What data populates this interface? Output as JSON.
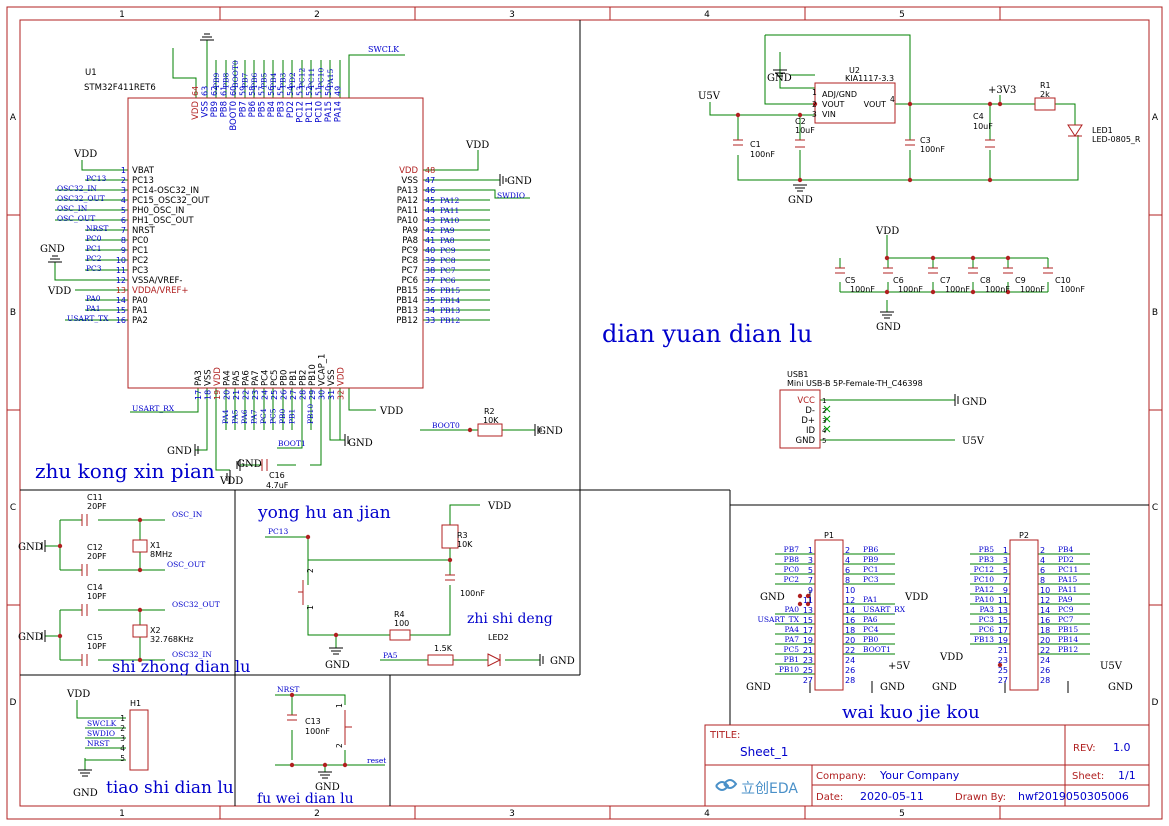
{
  "frame": {
    "zone_numbers": [
      "1",
      "2",
      "3",
      "4",
      "5"
    ],
    "zone_letters": [
      "A",
      "B",
      "C",
      "D"
    ]
  },
  "colors": {
    "wire": "#008000",
    "component": "#b02020",
    "net_label": "#0000cc",
    "section_title": "#0000cc",
    "text": "#000000"
  },
  "sections": {
    "mcu": "zhu kong xin pian",
    "power": "dian yuan dian lu",
    "clock": "shi zhong dian lu",
    "key": "yong hu an jian",
    "led": "zhi shi deng",
    "debug": "tiao shi dian lu",
    "reset": "fu wei dian lu",
    "headers": "wai kuo jie kou"
  },
  "mcu": {
    "designator": "U1",
    "part": "STM32F411RET6",
    "top_nets": [
      "PB9",
      "PB8",
      "BOOT0",
      "PB7",
      "PB6",
      "PB5",
      "PB4",
      "PB3",
      "PD2",
      "PC12",
      "PC11",
      "PC10",
      "PA15",
      "SWCLK"
    ],
    "top_pins": [
      {
        "num": "64",
        "name": "VDD",
        "power": true
      },
      {
        "num": "63",
        "name": "VSS",
        "power": false
      },
      {
        "num": "62",
        "name": "PB9",
        "power": false
      },
      {
        "num": "61",
        "name": "PB8",
        "power": false
      },
      {
        "num": "60",
        "name": "BOOT0",
        "power": false
      },
      {
        "num": "59",
        "name": "PB7",
        "power": false
      },
      {
        "num": "58",
        "name": "PB6",
        "power": false
      },
      {
        "num": "57",
        "name": "PB5",
        "power": false
      },
      {
        "num": "56",
        "name": "PB4",
        "power": false
      },
      {
        "num": "55",
        "name": "PB3",
        "power": false
      },
      {
        "num": "54",
        "name": "PD2",
        "power": false
      },
      {
        "num": "53",
        "name": "PC12",
        "power": false
      },
      {
        "num": "52",
        "name": "PC11",
        "power": false
      },
      {
        "num": "51",
        "name": "PC10",
        "power": false
      },
      {
        "num": "50",
        "name": "PA15",
        "power": false
      },
      {
        "num": "49",
        "name": "PA14",
        "power": false
      }
    ],
    "left_pins": [
      {
        "num": "1",
        "name": "VBAT",
        "net": "",
        "power": false
      },
      {
        "num": "2",
        "name": "PC13",
        "net": "PC13",
        "power": false
      },
      {
        "num": "3",
        "name": "PC14-OSC32_IN",
        "net": "OSC32_IN",
        "power": false
      },
      {
        "num": "4",
        "name": "PC15_OSC32_OUT",
        "net": "OSC32_OUT",
        "power": false
      },
      {
        "num": "5",
        "name": "PH0_OSC_IN",
        "net": "OSC_IN",
        "power": false
      },
      {
        "num": "6",
        "name": "PH1_OSC_OUT",
        "net": "OSC_OUT",
        "power": false
      },
      {
        "num": "7",
        "name": "NRST",
        "net": "NRST",
        "power": false
      },
      {
        "num": "8",
        "name": "PC0",
        "net": "PC0",
        "power": false
      },
      {
        "num": "9",
        "name": "PC1",
        "net": "PC1",
        "power": false
      },
      {
        "num": "10",
        "name": "PC2",
        "net": "PC2",
        "power": false
      },
      {
        "num": "11",
        "name": "PC3",
        "net": "PC3",
        "power": false
      },
      {
        "num": "12",
        "name": "VSSA/VREF-",
        "net": "",
        "power": false
      },
      {
        "num": "13",
        "name": "VDDA/VREF+",
        "net": "",
        "power": true
      },
      {
        "num": "14",
        "name": "PA0",
        "net": "PA0",
        "power": false
      },
      {
        "num": "15",
        "name": "PA1",
        "net": "PA1",
        "power": false
      },
      {
        "num": "16",
        "name": "PA2",
        "net": "USART_TX",
        "power": false
      }
    ],
    "right_pins": [
      {
        "num": "48",
        "name": "VDD",
        "net": "",
        "power": true
      },
      {
        "num": "47",
        "name": "VSS",
        "net": "",
        "power": false
      },
      {
        "num": "46",
        "name": "PA13",
        "net": "PA12",
        "power": false
      },
      {
        "num": "45",
        "name": "PA12",
        "net": "PA11",
        "power": false
      },
      {
        "num": "44",
        "name": "PA11",
        "net": "PA10",
        "power": false
      },
      {
        "num": "43",
        "name": "PA10",
        "net": "PA9",
        "power": false
      },
      {
        "num": "42",
        "name": "PA9",
        "net": "PA8",
        "power": false
      },
      {
        "num": "41",
        "name": "PA8",
        "net": "PC9",
        "power": false
      },
      {
        "num": "40",
        "name": "PC9",
        "net": "PC8",
        "power": false
      },
      {
        "num": "39",
        "name": "PC8",
        "net": "PC7",
        "power": false
      },
      {
        "num": "38",
        "name": "PC7",
        "net": "PC6",
        "power": false
      },
      {
        "num": "37",
        "name": "PC6",
        "net": "PB15",
        "power": false
      },
      {
        "num": "36",
        "name": "PB15",
        "net": "PB14",
        "power": false
      },
      {
        "num": "35",
        "name": "PB14",
        "net": "PB13",
        "power": false
      },
      {
        "num": "34",
        "name": "PB13",
        "net": "PB12",
        "power": false
      },
      {
        "num": "33",
        "name": "PB12",
        "net": "",
        "power": false
      }
    ],
    "right_extra_net": "SWDIO",
    "bottom_pins": [
      {
        "num": "17",
        "name": "PA3",
        "power": false
      },
      {
        "num": "18",
        "name": "VSS",
        "power": false
      },
      {
        "num": "19",
        "name": "VDD",
        "power": true
      },
      {
        "num": "20",
        "name": "PA4",
        "power": false
      },
      {
        "num": "21",
        "name": "PA5",
        "power": false
      },
      {
        "num": "22",
        "name": "PA6",
        "power": false
      },
      {
        "num": "23",
        "name": "PA7",
        "power": false
      },
      {
        "num": "24",
        "name": "PC4",
        "power": false
      },
      {
        "num": "25",
        "name": "PC5",
        "power": false
      },
      {
        "num": "26",
        "name": "PB0",
        "power": false
      },
      {
        "num": "27",
        "name": "PB1",
        "power": false
      },
      {
        "num": "28",
        "name": "PB2",
        "power": false
      },
      {
        "num": "29",
        "name": "PB10",
        "power": false
      },
      {
        "num": "30",
        "name": "VCAP_1",
        "power": false
      },
      {
        "num": "31",
        "name": "VSS",
        "power": false
      },
      {
        "num": "32",
        "name": "VDD",
        "power": true
      }
    ],
    "bottom_nets": [
      "PA4",
      "PA5",
      "PA6",
      "PA7",
      "PC4",
      "PC5",
      "PB0",
      "PB1",
      "PB10"
    ],
    "boot1_net": "BOOT1",
    "usart_rx_net": "USART_RX",
    "c16": {
      "ref": "C16",
      "value": "4.7uF"
    }
  },
  "power_labels": {
    "vdd": "VDD",
    "gnd": "GND",
    "u5v": "U5V",
    "v33": "+3V3",
    "p5v": "+5V"
  },
  "boot0": {
    "net": "BOOT0",
    "ref": "R2",
    "value": "10K"
  },
  "regulator": {
    "ref": "U2",
    "part": "KIA1117-3.3",
    "pin1": "1",
    "pin2": "2",
    "pin3": "3",
    "pin4": "4",
    "adj": "ADJ/GND",
    "vout_left": "VOUT",
    "vout_right": "VOUT",
    "vin": "VIN"
  },
  "power_caps": [
    {
      "ref": "C1",
      "value": "100nF"
    },
    {
      "ref": "C2",
      "value": "10uF"
    },
    {
      "ref": "C3",
      "value": "100nF"
    },
    {
      "ref": "C4",
      "value": "10uF"
    }
  ],
  "power_led": {
    "r_ref": "R1",
    "r_value": "2k",
    "led_ref": "LED1",
    "led_part": "LED-0805_R"
  },
  "decoupling": [
    {
      "ref": "C5",
      "value": "100nF"
    },
    {
      "ref": "C6",
      "value": "100nF"
    },
    {
      "ref": "C7",
      "value": "100nF"
    },
    {
      "ref": "C8",
      "value": "100nF"
    },
    {
      "ref": "C9",
      "value": "100nF"
    },
    {
      "ref": "C10",
      "value": "100nF"
    }
  ],
  "usb": {
    "ref": "USB1",
    "part": "Mini USB-B 5P-Female-TH_C46398",
    "pins": [
      {
        "name": "VCC",
        "num": "1",
        "power": true
      },
      {
        "name": "D-",
        "num": "2",
        "power": false
      },
      {
        "name": "D+",
        "num": "3",
        "power": false
      },
      {
        "name": "ID",
        "num": "4",
        "power": false
      },
      {
        "name": "GND",
        "num": "5",
        "power": false
      }
    ]
  },
  "clock": {
    "c11": {
      "ref": "C11",
      "value": "20PF"
    },
    "c12": {
      "ref": "C12",
      "value": "20PF"
    },
    "x1": {
      "ref": "X1",
      "value": "8MHz"
    },
    "c14": {
      "ref": "C14",
      "value": "10PF"
    },
    "c15": {
      "ref": "C15",
      "value": "10PF"
    },
    "x2": {
      "ref": "X2",
      "value": "32.768KHz"
    },
    "nets": [
      "OSC_IN",
      "OSC_OUT",
      "OSC32_OUT",
      "OSC32_IN"
    ]
  },
  "key": {
    "net": "PC13",
    "r3": {
      "ref": "R3",
      "value": "10K"
    },
    "r4": {
      "ref": "R4",
      "value": "100"
    },
    "cap": "100nF",
    "sw_pins": [
      "2",
      "1"
    ]
  },
  "led2": {
    "net": "PA5",
    "r_value": "1.5K",
    "ref": "LED2"
  },
  "debug": {
    "ref": "H1",
    "nets": [
      "SWCLK",
      "SWDIO",
      "NRST"
    ],
    "pins": [
      "1",
      "2",
      "3",
      "4",
      "5"
    ]
  },
  "reset": {
    "net": "NRST",
    "c13": {
      "ref": "C13",
      "value": "100nF"
    },
    "sw_label": "reset",
    "sw_pins": [
      "1",
      "2"
    ]
  },
  "headers": {
    "p1": {
      "ref": "P1",
      "rows": [
        {
          "l": "PB7",
          "a": "1",
          "b": "2",
          "r": "PB6"
        },
        {
          "l": "PB8",
          "a": "3",
          "b": "4",
          "r": "PB9"
        },
        {
          "l": "PC0",
          "a": "5",
          "b": "6",
          "r": "PC1"
        },
        {
          "l": "PC2",
          "a": "7",
          "b": "8",
          "r": "PC3"
        },
        {
          "l": "",
          "a": "9",
          "b": "10",
          "r": ""
        },
        {
          "l": "",
          "a": "11",
          "b": "12",
          "r": "PA1"
        },
        {
          "l": "PA0",
          "a": "13",
          "b": "14",
          "r": "USART_RX"
        },
        {
          "l": "USART_TX",
          "a": "15",
          "b": "16",
          "r": "PA6"
        },
        {
          "l": "PA4",
          "a": "17",
          "b": "18",
          "r": "PC4"
        },
        {
          "l": "PA7",
          "a": "19",
          "b": "20",
          "r": "PB0"
        },
        {
          "l": "PC5",
          "a": "21",
          "b": "22",
          "r": "BOOT1"
        },
        {
          "l": "PB1",
          "a": "23",
          "b": "24",
          "r": ""
        },
        {
          "l": "PB10",
          "a": "25",
          "b": "26",
          "r": ""
        },
        {
          "l": "",
          "a": "27",
          "b": "28",
          "r": ""
        }
      ]
    },
    "p2": {
      "ref": "P2",
      "rows": [
        {
          "l": "PB5",
          "a": "1",
          "b": "2",
          "r": "PB4"
        },
        {
          "l": "PB3",
          "a": "3",
          "b": "4",
          "r": "PD2"
        },
        {
          "l": "PC12",
          "a": "5",
          "b": "6",
          "r": "PC11"
        },
        {
          "l": "PC10",
          "a": "7",
          "b": "8",
          "r": "PA15"
        },
        {
          "l": "PA12",
          "a": "9",
          "b": "10",
          "r": "PA11"
        },
        {
          "l": "PA10",
          "a": "11",
          "b": "12",
          "r": "PA9"
        },
        {
          "l": "PA3",
          "a": "13",
          "b": "14",
          "r": "PC9"
        },
        {
          "l": "PC3",
          "a": "15",
          "b": "16",
          "r": "PC7"
        },
        {
          "l": "PC6",
          "a": "17",
          "b": "18",
          "r": "PB15"
        },
        {
          "l": "PB13",
          "a": "19",
          "b": "20",
          "r": "PB14"
        },
        {
          "l": "",
          "a": "21",
          "b": "22",
          "r": "PB12"
        },
        {
          "l": "",
          "a": "23",
          "b": "24",
          "r": ""
        },
        {
          "l": "",
          "a": "25",
          "b": "26",
          "r": ""
        },
        {
          "l": "",
          "a": "27",
          "b": "28",
          "r": ""
        }
      ]
    }
  },
  "title_block": {
    "title_label": "TITLE:",
    "title": "Sheet_1",
    "rev_label": "REV:",
    "rev": "1.0",
    "company_label": "Company:",
    "company": "Your Company",
    "sheet_label": "Sheet:",
    "sheet": "1/1",
    "date_label": "Date:",
    "date": "2020-05-11",
    "drawn_label": "Drawn By:",
    "drawn": "hwf2019050305006",
    "logo": "立创EDA",
    "logo_icon": "lcsc-cloud-icon"
  }
}
